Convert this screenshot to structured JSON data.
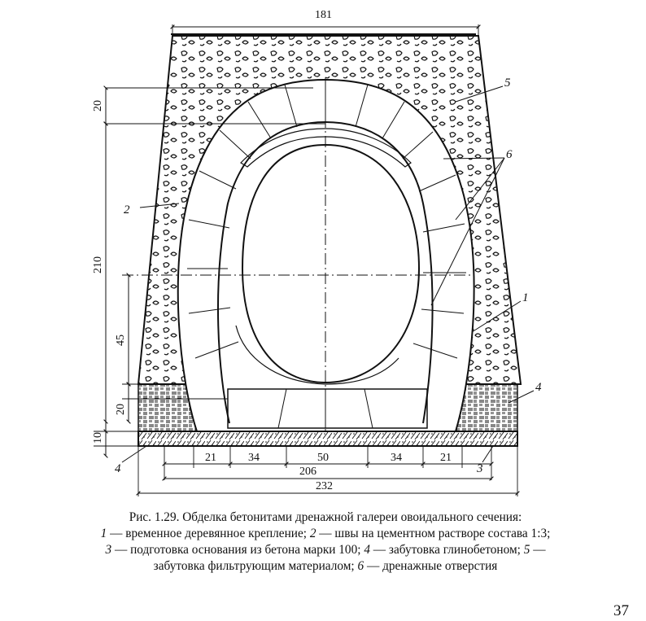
{
  "figure": {
    "dimensions": {
      "top_width": "181",
      "crown_fill_height": "20",
      "inner_height": "210",
      "lower_height": "45",
      "footing_height": "20",
      "slab_height": "10",
      "base_a": "21",
      "base_b": "34",
      "base_c": "50",
      "base_d": "34",
      "base_e": "21",
      "base_inner_width": "206",
      "base_total_width": "232"
    },
    "callouts": {
      "c1": "1",
      "c2": "2",
      "c3": "3",
      "c4_right": "4",
      "c4_left": "4",
      "c5": "5",
      "c6": "6"
    }
  },
  "caption": {
    "title": "Рис. 1.29. Обделка бетонитами дренажной галереи овоидального сечения:",
    "legend": [
      {
        "num": "1",
        "text": " — временное деревянное крепление; "
      },
      {
        "num": "2",
        "text": " — швы на цементном растворе состава 1:3;"
      },
      {
        "num": "3",
        "text": " — подготовка основания из бетона марки 100; "
      },
      {
        "num": "4",
        "text": " — забутовка глинобетоном; "
      },
      {
        "num": "5",
        "text": " —"
      },
      {
        "num": "",
        "text": "забутовка фильтрующим материалом; "
      },
      {
        "num": "6",
        "text": " — дренажные отверстия"
      }
    ]
  },
  "page_number": "37",
  "colors": {
    "ink": "#111111",
    "paper": "#ffffff"
  }
}
